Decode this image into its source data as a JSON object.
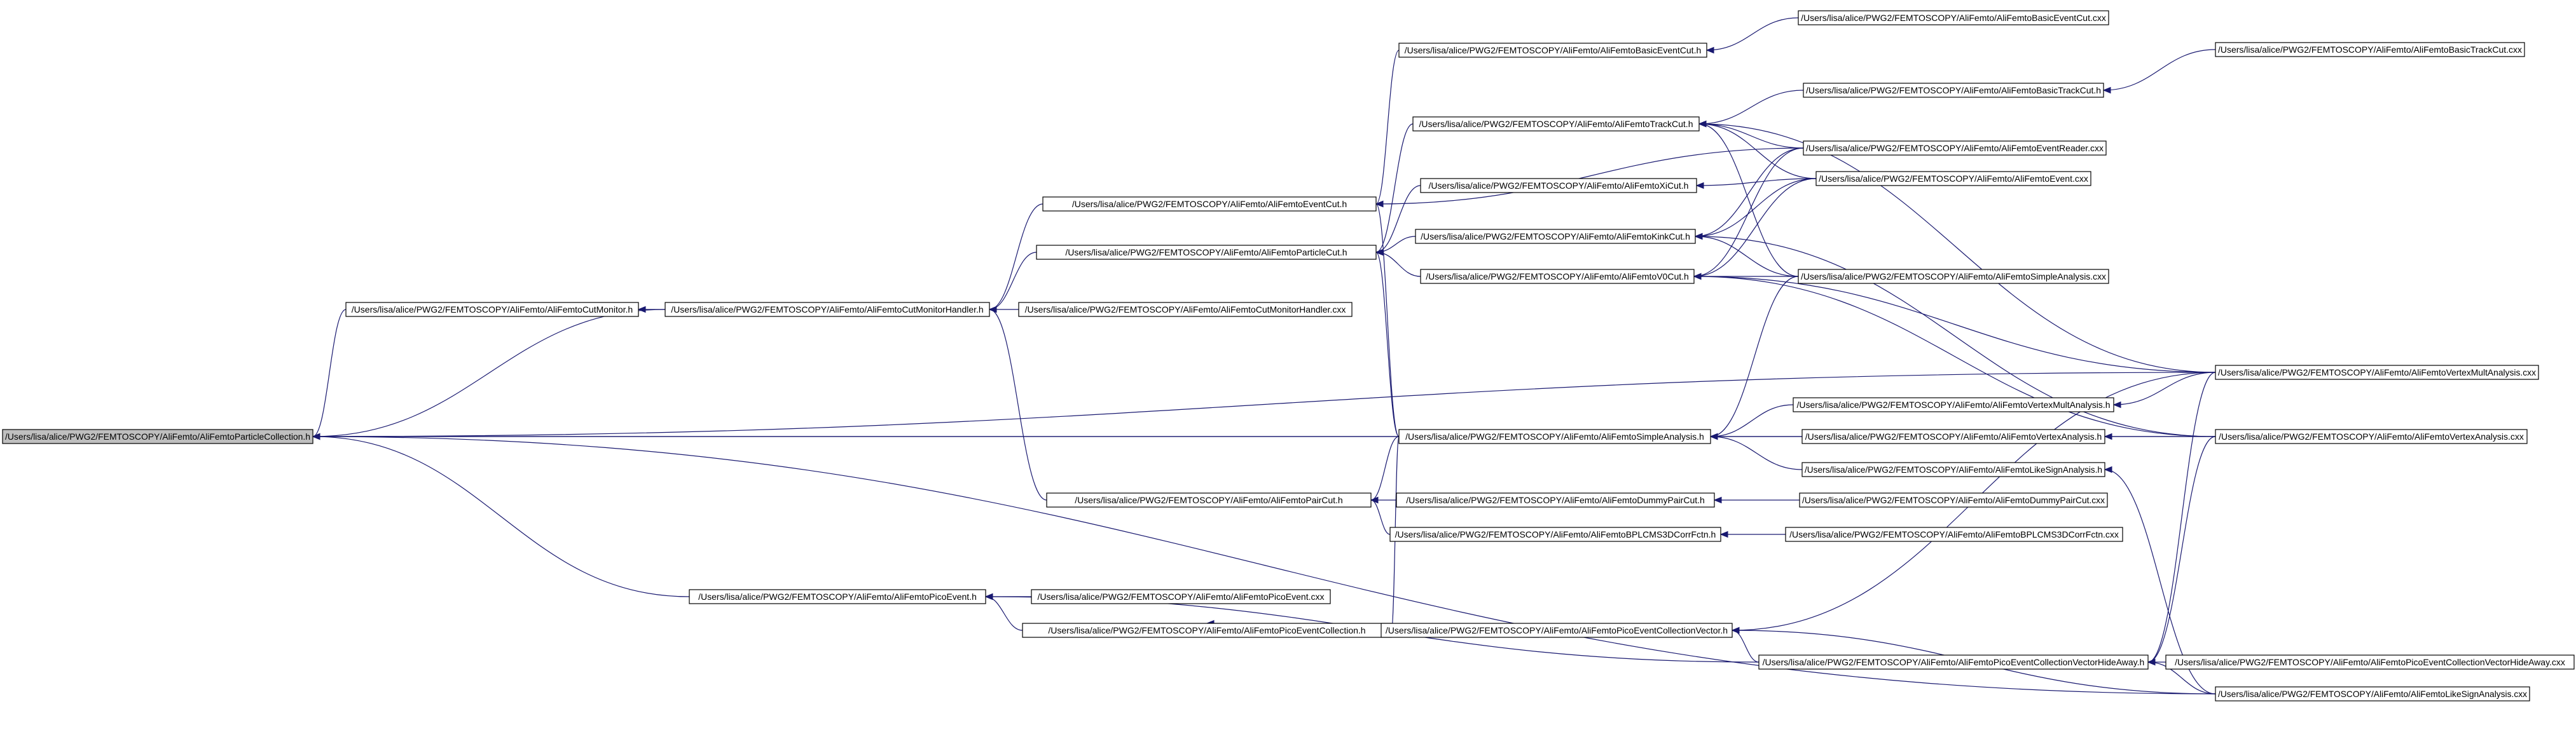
{
  "root": "/Users/lisa/alice/PWG2/FEMTOSCOPY/AliFemto/AliFemtoParticleCollection.h",
  "nodes": [
    {
      "id": "root",
      "label": "/Users/lisa/alice/PWG2/FEMTOSCOPY/AliFemto/AliFemtoParticleCollection.h"
    },
    {
      "id": "cutmonitor_h",
      "label": "/Users/lisa/alice/PWG2/FEMTOSCOPY/AliFemto/AliFemtoCutMonitor.h"
    },
    {
      "id": "cmhandler_h",
      "label": "/Users/lisa/alice/PWG2/FEMTOSCOPY/AliFemto/AliFemtoCutMonitorHandler.h"
    },
    {
      "id": "cmhandler_cxx",
      "label": "/Users/lisa/alice/PWG2/FEMTOSCOPY/AliFemto/AliFemtoCutMonitorHandler.cxx"
    },
    {
      "id": "picoevent_h",
      "label": "/Users/lisa/alice/PWG2/FEMTOSCOPY/AliFemto/AliFemtoPicoEvent.h"
    },
    {
      "id": "picoevent_cxx",
      "label": "/Users/lisa/alice/PWG2/FEMTOSCOPY/AliFemto/AliFemtoPicoEvent.cxx"
    },
    {
      "id": "eventcut_h",
      "label": "/Users/lisa/alice/PWG2/FEMTOSCOPY/AliFemto/AliFemtoEventCut.h"
    },
    {
      "id": "particlecut_h",
      "label": "/Users/lisa/alice/PWG2/FEMTOSCOPY/AliFemto/AliFemtoParticleCut.h"
    },
    {
      "id": "paircut_h",
      "label": "/Users/lisa/alice/PWG2/FEMTOSCOPY/AliFemto/AliFemtoPairCut.h"
    },
    {
      "id": "pecoll_h",
      "label": "/Users/lisa/alice/PWG2/FEMTOSCOPY/AliFemto/AliFemtoPicoEventCollection.h"
    },
    {
      "id": "basiceventcut_h",
      "label": "/Users/lisa/alice/PWG2/FEMTOSCOPY/AliFemto/AliFemtoBasicEventCut.h"
    },
    {
      "id": "trackcut_h",
      "label": "/Users/lisa/alice/PWG2/FEMTOSCOPY/AliFemto/AliFemtoTrackCut.h"
    },
    {
      "id": "xicut_h",
      "label": "/Users/lisa/alice/PWG2/FEMTOSCOPY/AliFemto/AliFemtoXiCut.h"
    },
    {
      "id": "kinkcut_h",
      "label": "/Users/lisa/alice/PWG2/FEMTOSCOPY/AliFemto/AliFemtoKinkCut.h"
    },
    {
      "id": "v0cut_h",
      "label": "/Users/lisa/alice/PWG2/FEMTOSCOPY/AliFemto/AliFemtoV0Cut.h"
    },
    {
      "id": "simpleanalysis_h",
      "label": "/Users/lisa/alice/PWG2/FEMTOSCOPY/AliFemto/AliFemtoSimpleAnalysis.h"
    },
    {
      "id": "dummypaircut_h",
      "label": "/Users/lisa/alice/PWG2/FEMTOSCOPY/AliFemto/AliFemtoDummyPairCut.h"
    },
    {
      "id": "bplcms_h",
      "label": "/Users/lisa/alice/PWG2/FEMTOSCOPY/AliFemto/AliFemtoBPLCMS3DCorrFctn.h"
    },
    {
      "id": "pecollvec_h",
      "label": "/Users/lisa/alice/PWG2/FEMTOSCOPY/AliFemto/AliFemtoPicoEventCollectionVector.h"
    },
    {
      "id": "basiceventcut_cxx",
      "label": "/Users/lisa/alice/PWG2/FEMTOSCOPY/AliFemto/AliFemtoBasicEventCut.cxx"
    },
    {
      "id": "basictrackcut_h",
      "label": "/Users/lisa/alice/PWG2/FEMTOSCOPY/AliFemto/AliFemtoBasicTrackCut.h"
    },
    {
      "id": "eventreader_cxx",
      "label": "/Users/lisa/alice/PWG2/FEMTOSCOPY/AliFemto/AliFemtoEventReader.cxx"
    },
    {
      "id": "event_cxx",
      "label": "/Users/lisa/alice/PWG2/FEMTOSCOPY/AliFemto/AliFemtoEvent.cxx"
    },
    {
      "id": "simpleanalysis_cxx",
      "label": "/Users/lisa/alice/PWG2/FEMTOSCOPY/AliFemto/AliFemtoSimpleAnalysis.cxx"
    },
    {
      "id": "vmultanalysis_h",
      "label": "/Users/lisa/alice/PWG2/FEMTOSCOPY/AliFemto/AliFemtoVertexMultAnalysis.h"
    },
    {
      "id": "vanalysis_h",
      "label": "/Users/lisa/alice/PWG2/FEMTOSCOPY/AliFemto/AliFemtoVertexAnalysis.h"
    },
    {
      "id": "likesign_h",
      "label": "/Users/lisa/alice/PWG2/FEMTOSCOPY/AliFemto/AliFemtoLikeSignAnalysis.h"
    },
    {
      "id": "dummypaircut_cxx",
      "label": "/Users/lisa/alice/PWG2/FEMTOSCOPY/AliFemto/AliFemtoDummyPairCut.cxx"
    },
    {
      "id": "bplcms_cxx",
      "label": "/Users/lisa/alice/PWG2/FEMTOSCOPY/AliFemto/AliFemtoBPLCMS3DCorrFctn.cxx"
    },
    {
      "id": "hideaway_h",
      "label": "/Users/lisa/alice/PWG2/FEMTOSCOPY/AliFemto/AliFemtoPicoEventCollectionVectorHideAway.h"
    },
    {
      "id": "basictrackcut_cxx",
      "label": "/Users/lisa/alice/PWG2/FEMTOSCOPY/AliFemto/AliFemtoBasicTrackCut.cxx"
    },
    {
      "id": "vmultanalysis_cxx",
      "label": "/Users/lisa/alice/PWG2/FEMTOSCOPY/AliFemto/AliFemtoVertexMultAnalysis.cxx"
    },
    {
      "id": "vanalysis_cxx",
      "label": "/Users/lisa/alice/PWG2/FEMTOSCOPY/AliFemto/AliFemtoVertexAnalysis.cxx"
    },
    {
      "id": "hideaway_cxx",
      "label": "/Users/lisa/alice/PWG2/FEMTOSCOPY/AliFemto/AliFemtoPicoEventCollectionVectorHideAway.cxx"
    },
    {
      "id": "likesign_cxx",
      "label": "/Users/lisa/alice/PWG2/FEMTOSCOPY/AliFemto/AliFemtoLikeSignAnalysis.cxx"
    }
  ],
  "edges": [
    {
      "from": "cutmonitor_h",
      "to": "root"
    },
    {
      "from": "cmhandler_h",
      "to": "root"
    },
    {
      "from": "picoevent_h",
      "to": "root"
    },
    {
      "from": "simpleanalysis_h",
      "to": "root"
    },
    {
      "from": "vmultanalysis_cxx",
      "to": "root"
    },
    {
      "from": "vanalysis_cxx",
      "to": "root"
    },
    {
      "from": "likesign_cxx",
      "to": "root"
    },
    {
      "from": "cmhandler_h",
      "to": "cutmonitor_h"
    },
    {
      "from": "cmhandler_cxx",
      "to": "cmhandler_h"
    },
    {
      "from": "eventcut_h",
      "to": "cmhandler_h"
    },
    {
      "from": "particlecut_h",
      "to": "cmhandler_h"
    },
    {
      "from": "paircut_h",
      "to": "cmhandler_h"
    },
    {
      "from": "picoevent_cxx",
      "to": "picoevent_h"
    },
    {
      "from": "pecoll_h",
      "to": "picoevent_h"
    },
    {
      "from": "hideaway_h",
      "to": "picoevent_h"
    },
    {
      "from": "basiceventcut_h",
      "to": "eventcut_h"
    },
    {
      "from": "simpleanalysis_h",
      "to": "eventcut_h"
    },
    {
      "from": "eventreader_cxx",
      "to": "eventcut_h"
    },
    {
      "from": "trackcut_h",
      "to": "particlecut_h"
    },
    {
      "from": "xicut_h",
      "to": "particlecut_h"
    },
    {
      "from": "kinkcut_h",
      "to": "particlecut_h"
    },
    {
      "from": "v0cut_h",
      "to": "particlecut_h"
    },
    {
      "from": "simpleanalysis_h",
      "to": "particlecut_h"
    },
    {
      "from": "dummypaircut_h",
      "to": "paircut_h"
    },
    {
      "from": "bplcms_h",
      "to": "paircut_h"
    },
    {
      "from": "simpleanalysis_h",
      "to": "paircut_h"
    },
    {
      "from": "pecollvec_h",
      "to": "pecoll_h"
    },
    {
      "from": "simpleanalysis_h",
      "to": "pecoll_h"
    },
    {
      "from": "basiceventcut_cxx",
      "to": "basiceventcut_h"
    },
    {
      "from": "basictrackcut_h",
      "to": "trackcut_h"
    },
    {
      "from": "eventreader_cxx",
      "to": "trackcut_h"
    },
    {
      "from": "event_cxx",
      "to": "trackcut_h"
    },
    {
      "from": "simpleanalysis_cxx",
      "to": "trackcut_h"
    },
    {
      "from": "vmultanalysis_cxx",
      "to": "trackcut_h"
    },
    {
      "from": "event_cxx",
      "to": "xicut_h"
    },
    {
      "from": "eventreader_cxx",
      "to": "kinkcut_h"
    },
    {
      "from": "event_cxx",
      "to": "kinkcut_h"
    },
    {
      "from": "simpleanalysis_cxx",
      "to": "kinkcut_h"
    },
    {
      "from": "vanalysis_cxx",
      "to": "kinkcut_h"
    },
    {
      "from": "eventreader_cxx",
      "to": "v0cut_h"
    },
    {
      "from": "event_cxx",
      "to": "v0cut_h"
    },
    {
      "from": "simpleanalysis_cxx",
      "to": "v0cut_h"
    },
    {
      "from": "vmultanalysis_cxx",
      "to": "v0cut_h"
    },
    {
      "from": "vanalysis_cxx",
      "to": "v0cut_h"
    },
    {
      "from": "simpleanalysis_cxx",
      "to": "simpleanalysis_h"
    },
    {
      "from": "vmultanalysis_h",
      "to": "simpleanalysis_h"
    },
    {
      "from": "vanalysis_h",
      "to": "simpleanalysis_h"
    },
    {
      "from": "likesign_h",
      "to": "simpleanalysis_h"
    },
    {
      "from": "dummypaircut_cxx",
      "to": "dummypaircut_h"
    },
    {
      "from": "bplcms_cxx",
      "to": "bplcms_h"
    },
    {
      "from": "hideaway_h",
      "to": "pecollvec_h"
    },
    {
      "from": "vmultanalysis_cxx",
      "to": "pecollvec_h"
    },
    {
      "from": "likesign_cxx",
      "to": "pecollvec_h"
    },
    {
      "from": "basictrackcut_cxx",
      "to": "basictrackcut_h"
    },
    {
      "from": "vmultanalysis_cxx",
      "to": "vmultanalysis_h"
    },
    {
      "from": "vanalysis_cxx",
      "to": "vanalysis_h"
    },
    {
      "from": "likesign_cxx",
      "to": "likesign_h"
    },
    {
      "from": "hideaway_cxx",
      "to": "hideaway_h"
    },
    {
      "from": "vmultanalysis_cxx",
      "to": "hideaway_h"
    },
    {
      "from": "vanalysis_cxx",
      "to": "hideaway_h"
    },
    {
      "from": "likesign_cxx",
      "to": "hideaway_h"
    }
  ]
}
